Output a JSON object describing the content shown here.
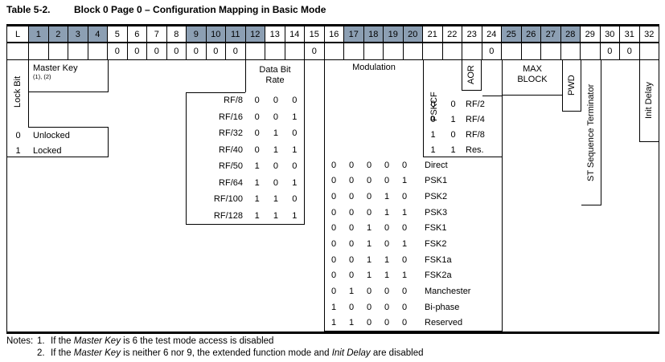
{
  "title": {
    "prefix": "Table 5-2.",
    "text": "Block 0 Page 0 – Configuration Mapping in Basic Mode"
  },
  "colors": {
    "shaded_header": "#8C9FB3",
    "border": "#000000",
    "background": "#FFFFFF"
  },
  "bit_header": {
    "lock_label": "L",
    "count": 32,
    "shaded_ranges": [
      [
        1,
        4
      ],
      [
        9,
        12
      ],
      [
        17,
        20
      ],
      [
        25,
        28
      ]
    ],
    "fixed_values": {
      "5": "0",
      "6": "0",
      "7": "0",
      "8": "0",
      "9": "0",
      "10": "0",
      "11": "0",
      "15": "0",
      "24": "0",
      "30": "0",
      "31": "0"
    }
  },
  "lock_bit": {
    "label": "Lock Bit",
    "rows": [
      {
        "value": "0",
        "label": "Unlocked"
      },
      {
        "value": "1",
        "label": "Locked"
      }
    ]
  },
  "master_key": {
    "label": "Master Key",
    "note_refs": "(1), (2)"
  },
  "data_bit_rate": {
    "label_lines": [
      "Data Bit",
      "Rate"
    ],
    "rows": [
      {
        "label": "RF/8",
        "bits": [
          "0",
          "0",
          "0"
        ]
      },
      {
        "label": "RF/16",
        "bits": [
          "0",
          "0",
          "1"
        ]
      },
      {
        "label": "RF/32",
        "bits": [
          "0",
          "1",
          "0"
        ]
      },
      {
        "label": "RF/40",
        "bits": [
          "0",
          "1",
          "1"
        ]
      },
      {
        "label": "RF/50",
        "bits": [
          "1",
          "0",
          "0"
        ]
      },
      {
        "label": "RF/64",
        "bits": [
          "1",
          "0",
          "1"
        ]
      },
      {
        "label": "RF/100",
        "bits": [
          "1",
          "1",
          "0"
        ]
      },
      {
        "label": "RF/128",
        "bits": [
          "1",
          "1",
          "1"
        ]
      }
    ]
  },
  "modulation": {
    "label": "Modulation",
    "rows": [
      {
        "bits": [
          "0",
          "0",
          "0",
          "0",
          "0"
        ],
        "label": "Direct"
      },
      {
        "bits": [
          "0",
          "0",
          "0",
          "0",
          "1"
        ],
        "label": "PSK1"
      },
      {
        "bits": [
          "0",
          "0",
          "0",
          "1",
          "0"
        ],
        "label": "PSK2"
      },
      {
        "bits": [
          "0",
          "0",
          "0",
          "1",
          "1"
        ],
        "label": "PSK3"
      },
      {
        "bits": [
          "0",
          "0",
          "1",
          "0",
          "0"
        ],
        "label": "FSK1"
      },
      {
        "bits": [
          "0",
          "0",
          "1",
          "0",
          "1"
        ],
        "label": "FSK2"
      },
      {
        "bits": [
          "0",
          "0",
          "1",
          "1",
          "0"
        ],
        "label": "FSK1a"
      },
      {
        "bits": [
          "0",
          "0",
          "1",
          "1",
          "1"
        ],
        "label": "FSK2a"
      },
      {
        "bits": [
          "0",
          "1",
          "0",
          "0",
          "0"
        ],
        "label": "Manchester"
      },
      {
        "bits": [
          "1",
          "0",
          "0",
          "0",
          "0"
        ],
        "label": "Bi-phase"
      },
      {
        "bits": [
          "1",
          "1",
          "0",
          "0",
          "0"
        ],
        "label": "Reserved"
      }
    ]
  },
  "pskcf": {
    "label": "PSKCF",
    "rows": [
      {
        "bits": [
          "0",
          "0"
        ],
        "label": "RF/2"
      },
      {
        "bits": [
          "0",
          "1"
        ],
        "label": "RF/4"
      },
      {
        "bits": [
          "1",
          "0"
        ],
        "label": "RF/8"
      },
      {
        "bits": [
          "1",
          "1"
        ],
        "label": "Res."
      }
    ]
  },
  "aor": {
    "label": "AOR"
  },
  "max_block": {
    "label_lines": [
      "MAX",
      "BLOCK"
    ]
  },
  "pwd": {
    "label": "PWD"
  },
  "st_terminator": {
    "label": "ST Sequence Terminator"
  },
  "init_delay": {
    "label": "Init Delay"
  },
  "notes": {
    "label": "Notes:",
    "items": [
      {
        "num": "1.",
        "parts": [
          {
            "text": "If the "
          },
          {
            "text": "Master Key",
            "italic": true
          },
          {
            "text": " is 6 the test mode access is disabled"
          }
        ]
      },
      {
        "num": "2.",
        "parts": [
          {
            "text": "If the "
          },
          {
            "text": "Master Key",
            "italic": true
          },
          {
            "text": " is neither 6 nor 9, the extended function mode and "
          },
          {
            "text": "Init Delay",
            "italic": true
          },
          {
            "text": " are disabled"
          }
        ]
      }
    ]
  }
}
